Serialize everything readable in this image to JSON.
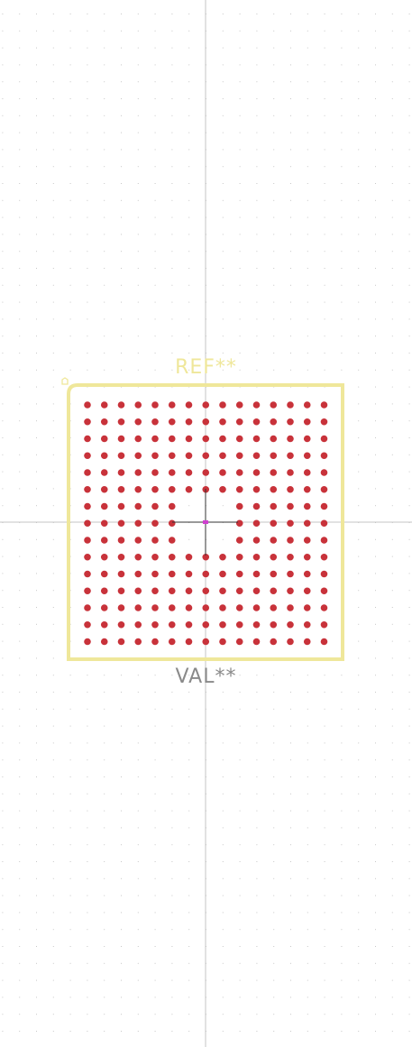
{
  "footprint": {
    "reference": "REF**",
    "value": "VAL**",
    "rows": 15,
    "cols": 15,
    "depopulated_center": 3
  },
  "colors": {
    "background": "#ffffff",
    "grid_dot": "#c8c8c8",
    "axis": "#c4c4c4",
    "silkscreen": "#efe79a",
    "pad": "#c8323a",
    "value_text": "#8a8a8a",
    "anchor": "#d040d0"
  },
  "icons": {
    "pin1_marker": "pin1-marker-icon",
    "origin_anchor": "anchor-icon"
  }
}
